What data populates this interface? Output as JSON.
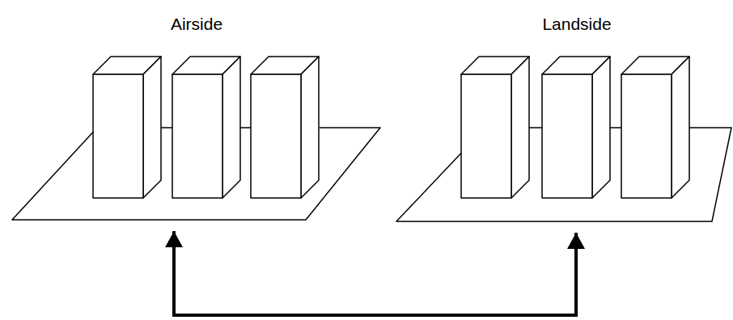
{
  "diagram": {
    "nodes": [
      {
        "text": [
          "Airside"
        ]
      },
      {
        "text": [
          "Landside"
        ]
      }
    ],
    "edges": [
      {
        "from": 0,
        "to": 1,
        "arrow": "both"
      }
    ]
  }
}
